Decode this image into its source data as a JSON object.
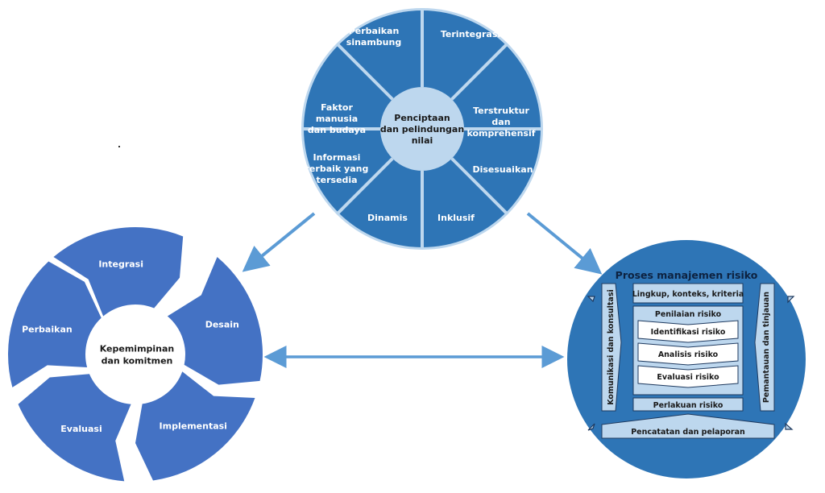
{
  "colors": {
    "principles_fill": "#2E75B6",
    "principles_line": "#BDD7EE",
    "framework_fill": "#4472C4",
    "process_fill": "#2E75B6",
    "process_box": "#BDD7EE",
    "arrow": "#5B9BD5",
    "text_light": "#ffffff",
    "text_dark": "#1a1a1a"
  },
  "principles": {
    "center": [
      "Penciptaan",
      "dan pelindungan",
      "nilai"
    ],
    "segments": [
      {
        "label": [
          "Terintegrasi"
        ]
      },
      {
        "label": [
          "Terstruktur",
          "dan",
          "komprehensif"
        ]
      },
      {
        "label": [
          "Disesuaikan"
        ]
      },
      {
        "label": [
          "Inklusif"
        ]
      },
      {
        "label": [
          "Dinamis"
        ]
      },
      {
        "label": [
          "Informasi",
          "terbaik yang",
          "tersedia"
        ]
      },
      {
        "label": [
          "Faktor",
          "manusia",
          "dan budaya"
        ]
      },
      {
        "label": [
          "Perbaikan",
          "sinambung"
        ]
      }
    ]
  },
  "framework": {
    "center": [
      "Kepemimpinan",
      "dan komitmen"
    ],
    "segments": [
      {
        "label": "Integrasi"
      },
      {
        "label": "Desain"
      },
      {
        "label": "Implementasi"
      },
      {
        "label": "Evaluasi"
      },
      {
        "label": "Perbaikan"
      }
    ]
  },
  "process": {
    "title": "Proses manajemen risiko",
    "scope": "Lingkup, konteks, kriteria",
    "assessment_title": "Penilaian risiko",
    "steps": [
      "Identifikasi risiko",
      "Analisis risiko",
      "Evaluasi risiko"
    ],
    "treatment": "Perlakuan risiko",
    "communication": "Komunikasi dan konsultasi",
    "monitoring": "Pemantauan dan tinjauan",
    "recording": "Pencatatan dan pelaporan"
  }
}
